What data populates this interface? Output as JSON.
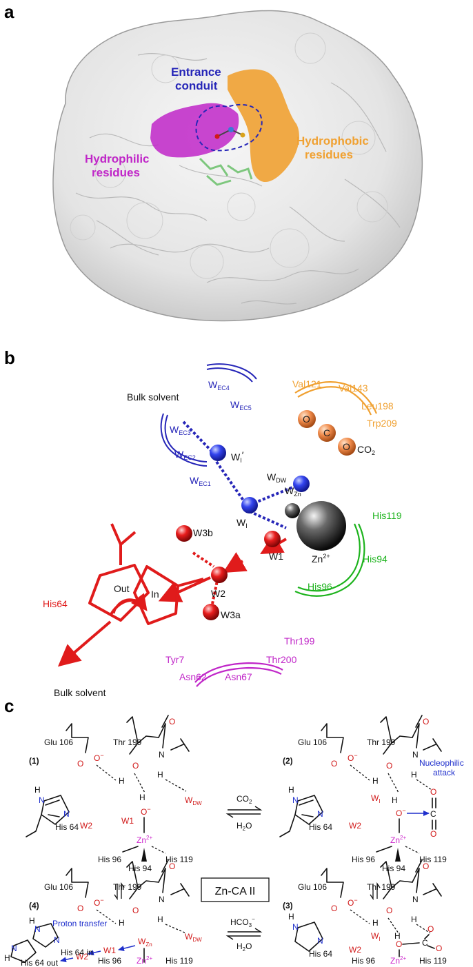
{
  "colors": {
    "hydrophilic": "#c026c8",
    "hydrophobic": "#f0a132",
    "entrance": "#2626b8",
    "water_blue": "#2f3fe0",
    "water_red": "#e01b1b",
    "his64": "#e01b1b",
    "his_zn": "#1db31d",
    "oxygen": "#d11a1a",
    "zinc_label": "#cc26cc",
    "annotation_blue": "#1f2fcc"
  },
  "panel_a": {
    "letter": "a",
    "entrance_label": [
      "Entrance",
      "conduit"
    ],
    "hydrophilic_label": [
      "Hydrophilic",
      "residues"
    ],
    "hydrophobic_label": [
      "Hydrophobic",
      "residues"
    ]
  },
  "panel_b": {
    "letter": "b",
    "bulk_solvent_top": "Bulk solvent",
    "bulk_solvent_bottom": "Bulk solvent",
    "wec4": "W",
    "wec4_sub": "EC4",
    "wec5": "W",
    "wec5_sub": "EC5",
    "wec3": "W",
    "wec3_sub": "EC3",
    "wec2": "W",
    "wec2_sub": "EC2",
    "wec1": "W",
    "wec1_sub": "EC1",
    "wi_prime": "W",
    "wi_prime_sub": "I",
    "wi_prime_mark": "′",
    "wi": "W",
    "wi_sub": "I",
    "wdw": "W",
    "wdw_sub": "DW",
    "wzn": "W",
    "wzn_sub": "Zn",
    "co2": "CO",
    "co2_sub": "2",
    "o_atom": "O",
    "c_atom": "C",
    "val121": "Val121",
    "val143": "Val143",
    "leu198": "Leu198",
    "trp209": "Trp209",
    "his119": "His119",
    "his94": "His94",
    "his96": "His96",
    "zn": "Zn",
    "zn_sup": "2+",
    "w1": "W1",
    "w2": "W2",
    "w3a": "W3a",
    "w3b": "W3b",
    "his64": "His64",
    "out": "Out",
    "in": "In",
    "thr199": "Thr199",
    "thr200": "Thr200",
    "tyr7": "Tyr7",
    "asn62": "Asn62",
    "asn67": "Asn67"
  },
  "panel_c": {
    "letter": "c",
    "center_label": "Zn-CA II",
    "glu106": "Glu 106",
    "thr199": "Thr 199",
    "his64": "His 64",
    "his96": "His 96",
    "his119": "His 119",
    "his94": "His 94",
    "zn": "Zn",
    "zn_sup": "2+",
    "o": "O",
    "n": "N",
    "h": "H",
    "c": "C",
    "minus": "−",
    "w1": "W1",
    "w2": "W2",
    "wi": "W",
    "wi_sub": "I",
    "wdw": "W",
    "wdw_sub": "DW",
    "wzn": "W",
    "wzn_sub": "Zn",
    "step1": "(1)",
    "step2": "(2)",
    "step3": "(3)",
    "step4": "(4)",
    "co2": "CO",
    "co2_sub": "2",
    "h2o_a": "H",
    "h2o_sub": "2",
    "h2o_b": "O",
    "hco3": "HCO",
    "hco3_sub": "3",
    "hco3_sup": "−",
    "nucleophilic_attack": [
      "Nucleophilic",
      "attack"
    ],
    "proton_transfer": "Proton transfer",
    "his64_in": "His 64 in",
    "his64_out": "His 64 out"
  }
}
